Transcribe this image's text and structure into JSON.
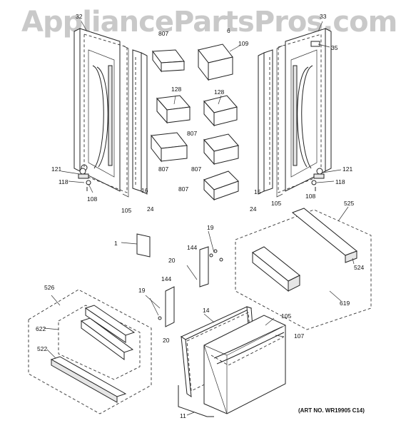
{
  "watermark": "AppliancePartsPros.com",
  "art_number": "(ART NO. WR19905 C14)",
  "callouts": {
    "left_door_top": "32",
    "right_door_top": "33",
    "top_bin": "807",
    "top_center_6": "6",
    "top_ice_109": "109",
    "right_handle_35": "35",
    "bin_128_left": "128",
    "bin_128_right": "128",
    "bin_807_a": "807",
    "bin_807_b": "807",
    "bin_807_c": "807",
    "bin_807_d": "807",
    "hinge_121_left": "121",
    "hinge_118_left": "118",
    "hinge_108_left": "108",
    "gasket_105_left": "105",
    "gasket_16": "16",
    "gasket_24_left": "24",
    "hinge_121_right": "121",
    "hinge_118_right": "118",
    "hinge_108_right": "108",
    "gasket_105_right": "105",
    "gasket_15": "15",
    "gasket_24_right": "24",
    "label_1": "1",
    "screw_19_top": "19",
    "bracket_144_top": "144",
    "clip_20_top": "20",
    "rail_525": "525",
    "rail_524": "524",
    "rail_619": "619",
    "drawer_526": "526",
    "drawer_622": "622",
    "drawer_522": "522",
    "screw_19_bottom": "19",
    "bracket_144_bottom": "144",
    "clip_20_bottom": "20",
    "gasket_14": "14",
    "handle_105_bottom": "105",
    "handle_107": "107",
    "freezer_door_11": "11"
  }
}
